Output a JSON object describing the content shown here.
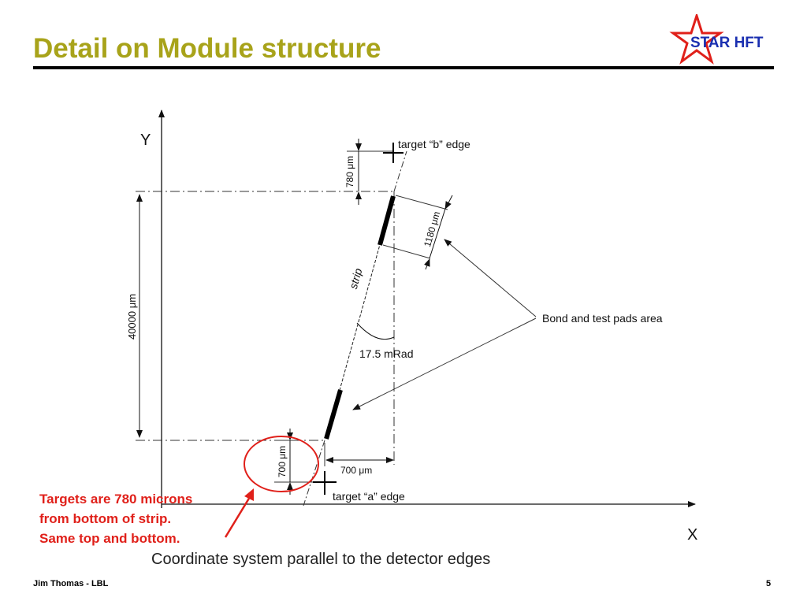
{
  "slide": {
    "title": "Detail on Module structure",
    "logo_text": "STAR HFT",
    "footer_author": "Jim Thomas - LBL",
    "page_number": "5"
  },
  "diagram": {
    "axis_y_label": "Y",
    "axis_x_label": "X",
    "dim_vertical_total": "40000 μm",
    "dim_top_offset": "780 μm",
    "dim_pad_length": "1180 μm",
    "dim_bottom_offset": "700 μm",
    "dim_horizontal_offset": "700 μm",
    "strip_label": "strip",
    "angle_label": "17.5 mRad",
    "target_b_label": "target “b” edge",
    "target_a_label": "target “a” edge",
    "pads_label": "Bond and test pads area",
    "caption": "Coordinate system parallel to the detector edges"
  },
  "annotation": {
    "lines": [
      "Targets are 780 microns",
      "from bottom of strip.",
      "Same top and bottom."
    ],
    "color": "#e0201a"
  },
  "colors": {
    "title": "#a8a31a",
    "logo_star": "#e0201a",
    "logo_text": "#1a2fb0"
  }
}
